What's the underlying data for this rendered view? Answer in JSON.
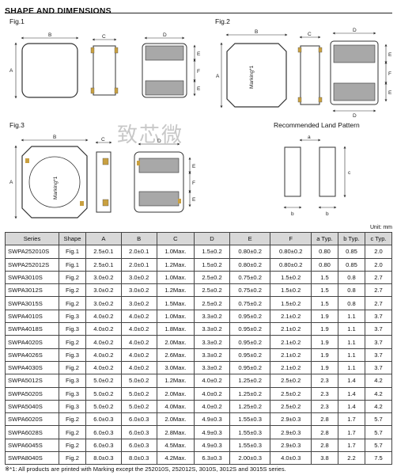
{
  "title": "SHAPE AND DIMENSIONS",
  "figures": {
    "fig1": "Fig.1",
    "fig2": "Fig.2",
    "fig3": "Fig.3",
    "land": "Recommended Land Pattern"
  },
  "dims": {
    "a": "A",
    "b": "B",
    "c": "C",
    "d": "D",
    "e": "E",
    "f": "F",
    "la": "a",
    "lb": "b",
    "lc": "c"
  },
  "marking": "Marking*1",
  "watermark": "致芯微",
  "unit": "Unit: mm",
  "table": {
    "headers": [
      "Series",
      "Shape",
      "A",
      "B",
      "C",
      "D",
      "E",
      "F",
      "a Typ.",
      "b Typ.",
      "c Typ."
    ],
    "rows": [
      [
        "SWPA252010S",
        "Fig.1",
        "2.5±0.1",
        "2.0±0.1",
        "1.0Max.",
        "1.5±0.2",
        "0.80±0.2",
        "0.80±0.2",
        "0.80",
        "0.85",
        "2.0"
      ],
      [
        "SWPA252012S",
        "Fig.1",
        "2.5±0.1",
        "2.0±0.1",
        "1.2Max.",
        "1.5±0.2",
        "0.80±0.2",
        "0.80±0.2",
        "0.80",
        "0.85",
        "2.0"
      ],
      [
        "SWPA3010S",
        "Fig.2",
        "3.0±0.2",
        "3.0±0.2",
        "1.0Max.",
        "2.5±0.2",
        "0.75±0.2",
        "1.5±0.2",
        "1.5",
        "0.8",
        "2.7"
      ],
      [
        "SWPA3012S",
        "Fig.2",
        "3.0±0.2",
        "3.0±0.2",
        "1.2Max.",
        "2.5±0.2",
        "0.75±0.2",
        "1.5±0.2",
        "1.5",
        "0.8",
        "2.7"
      ],
      [
        "SWPA3015S",
        "Fig.2",
        "3.0±0.2",
        "3.0±0.2",
        "1.5Max.",
        "2.5±0.2",
        "0.75±0.2",
        "1.5±0.2",
        "1.5",
        "0.8",
        "2.7"
      ],
      [
        "SWPA4010S",
        "Fig.3",
        "4.0±0.2",
        "4.0±0.2",
        "1.0Max.",
        "3.3±0.2",
        "0.95±0.2",
        "2.1±0.2",
        "1.9",
        "1.1",
        "3.7"
      ],
      [
        "SWPA4018S",
        "Fig.3",
        "4.0±0.2",
        "4.0±0.2",
        "1.8Max.",
        "3.3±0.2",
        "0.95±0.2",
        "2.1±0.2",
        "1.9",
        "1.1",
        "3.7"
      ],
      [
        "SWPA4020S",
        "Fig.2",
        "4.0±0.2",
        "4.0±0.2",
        "2.0Max.",
        "3.3±0.2",
        "0.95±0.2",
        "2.1±0.2",
        "1.9",
        "1.1",
        "3.7"
      ],
      [
        "SWPA4026S",
        "Fig.3",
        "4.0±0.2",
        "4.0±0.2",
        "2.6Max.",
        "3.3±0.2",
        "0.95±0.2",
        "2.1±0.2",
        "1.9",
        "1.1",
        "3.7"
      ],
      [
        "SWPA4030S",
        "Fig.2",
        "4.0±0.2",
        "4.0±0.2",
        "3.0Max.",
        "3.3±0.2",
        "0.95±0.2",
        "2.1±0.2",
        "1.9",
        "1.1",
        "3.7"
      ],
      [
        "SWPA5012S",
        "Fig.3",
        "5.0±0.2",
        "5.0±0.2",
        "1.2Max.",
        "4.0±0.2",
        "1.25±0.2",
        "2.5±0.2",
        "2.3",
        "1.4",
        "4.2"
      ],
      [
        "SWPA5020S",
        "Fig.3",
        "5.0±0.2",
        "5.0±0.2",
        "2.0Max.",
        "4.0±0.2",
        "1.25±0.2",
        "2.5±0.2",
        "2.3",
        "1.4",
        "4.2"
      ],
      [
        "SWPA5040S",
        "Fig.3",
        "5.0±0.2",
        "5.0±0.2",
        "4.0Max.",
        "4.0±0.2",
        "1.25±0.2",
        "2.5±0.2",
        "2.3",
        "1.4",
        "4.2"
      ],
      [
        "SWPA6020S",
        "Fig.2",
        "6.0±0.3",
        "6.0±0.3",
        "2.0Max.",
        "4.9±0.3",
        "1.55±0.3",
        "2.9±0.3",
        "2.8",
        "1.7",
        "5.7"
      ],
      [
        "SWPA6028S",
        "Fig.2",
        "6.0±0.3",
        "6.0±0.3",
        "2.8Max.",
        "4.9±0.3",
        "1.55±0.3",
        "2.9±0.3",
        "2.8",
        "1.7",
        "5.7"
      ],
      [
        "SWPA6045S",
        "Fig.2",
        "6.0±0.3",
        "6.0±0.3",
        "4.5Max.",
        "4.9±0.3",
        "1.55±0.3",
        "2.9±0.3",
        "2.8",
        "1.7",
        "5.7"
      ],
      [
        "SWPA8040S",
        "Fig.2",
        "8.0±0.3",
        "8.0±0.3",
        "4.2Max.",
        "6.3±0.3",
        "2.00±0.3",
        "4.0±0.3",
        "3.8",
        "2.2",
        "7.5"
      ]
    ]
  },
  "footnote": "※*1: All products are printed with Marking except the 252010S, 252012S, 3010S, 3012S and 3015S series."
}
